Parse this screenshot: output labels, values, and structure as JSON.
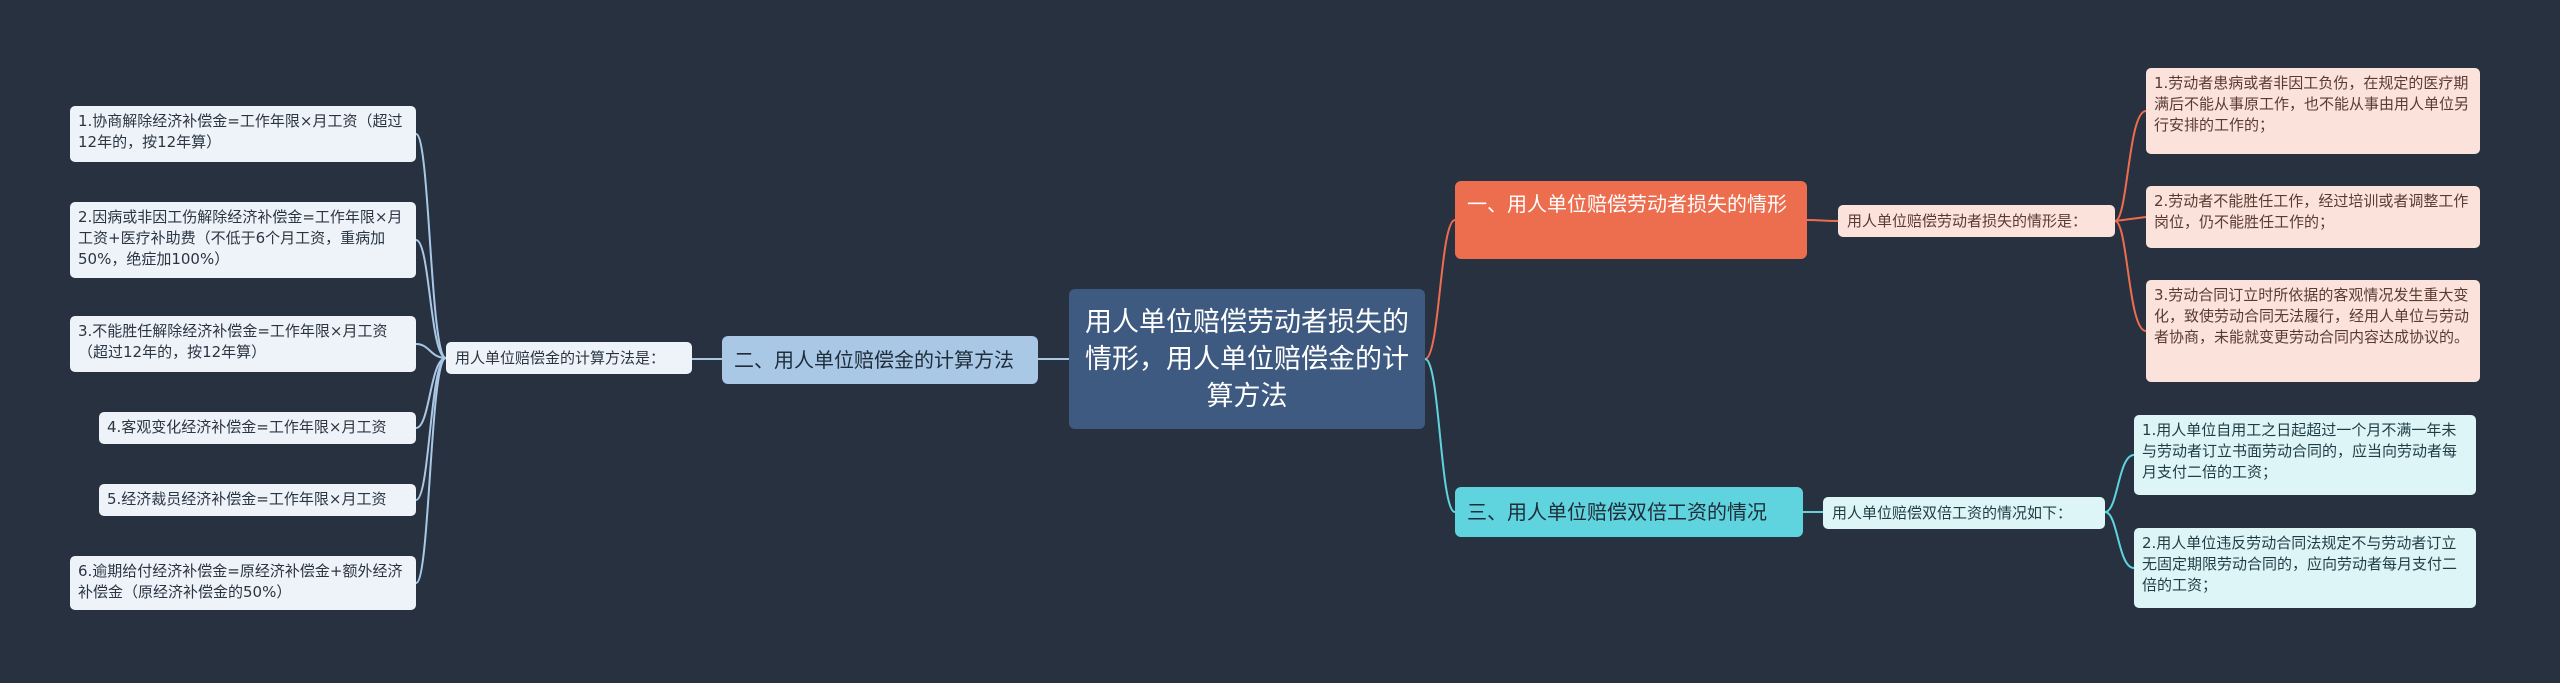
{
  "root": {
    "title": "用人单位赔偿劳动者损失的情形，用人单位赔偿金的计算方法"
  },
  "branches": {
    "loss": {
      "title": "一、用人单位赔偿劳动者损失的情形",
      "sub": "用人单位赔偿劳动者损失的情形是：",
      "items": [
        "1.劳动者患病或者非因工负伤，在规定的医疗期满后不能从事原工作，也不能从事由用人单位另行安排的工作的；",
        "2.劳动者不能胜任工作，经过培训或者调整工作岗位，仍不能胜任工作的；",
        "3.劳动合同订立时所依据的客观情况发生重大变化，致使劳动合同无法履行，经用人单位与劳动者协商，未能就变更劳动合同内容达成协议的。"
      ]
    },
    "double": {
      "title": "三、用人单位赔偿双倍工资的情况",
      "sub": "用人单位赔偿双倍工资的情况如下：",
      "items": [
        "1.用人单位自用工之日起超过一个月不满一年未与劳动者订立书面劳动合同的，应当向劳动者每月支付二倍的工资；",
        "2.用人单位违反劳动合同法规定不与劳动者订立无固定期限劳动合同的，应向劳动者每月支付二倍的工资；"
      ]
    },
    "calc": {
      "title": "二、用人单位赔偿金的计算方法",
      "sub": "用人单位赔偿金的计算方法是：",
      "items": [
        "1.协商解除经济补偿金=工作年限×月工资（超过12年的，按12年算）",
        "2.因病或非因工伤解除经济补偿金=工作年限×月工资+医疗补助费（不低于6个月工资，重病加50%，绝症加100%）",
        "3.不能胜任解除经济补偿金=工作年限×月工资（超过12年的，按12年算）",
        "4.客观变化经济补偿金=工作年限×月工资",
        "5.经济裁员经济补偿金=工作年限×月工资",
        "6.逾期给付经济补偿金=原经济补偿金+额外经济补偿金（原经济补偿金的50%）"
      ]
    }
  },
  "colors": {
    "background": "#283140",
    "root": "#3e5a80",
    "loss": "#ed6d4f",
    "double": "#5fd4de",
    "calc": "#a9c8e6"
  }
}
